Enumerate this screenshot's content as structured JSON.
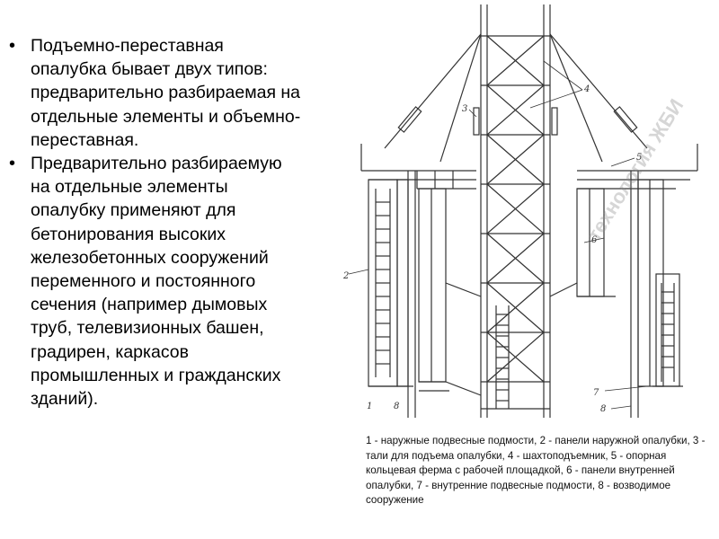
{
  "bullets": [
    "Подъемно-переставная опалубка бывает двух типов: предварительно разбираемая на отдельные элементы и объемно-переставная.",
    "Предварительно разбираемую на отдельные элементы опалубку применяют для бетонирования высоких железобетонных сооружений переменного и постоянного сечения (например дымовых труб, телевизионных башен, градирен, каркасов промышленных и гражданских зданий)."
  ],
  "caption": "1 - наружные подвесные подмости, 2 - панели наружной опалубки, 3 - тали для подъема опалубки, 4 - шахтоподъемник, 5 - опорная кольцевая ферма с рабочей площадкой, 6 - панели внутренней опалубки, 7 - внутренние подвесные подмости, 8 - возводимое сооружение",
  "diagram": {
    "labels": [
      "1",
      "2",
      "3",
      "4",
      "5",
      "6",
      "7",
      "8",
      "8"
    ],
    "watermark": "технология ЖБИ"
  }
}
